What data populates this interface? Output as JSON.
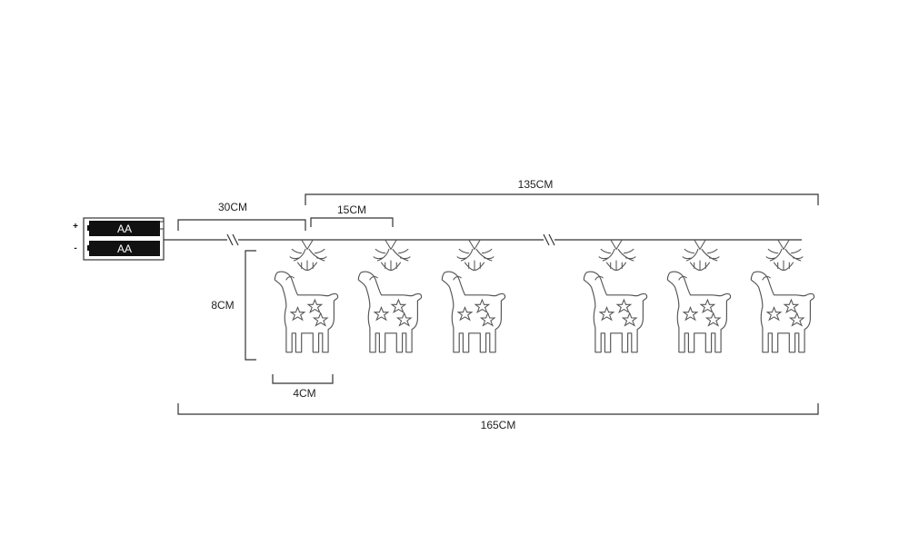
{
  "battery_box": {
    "cells": [
      "AA",
      "AA"
    ],
    "plus_sign": "+",
    "minus_sign": "-"
  },
  "dimensions": {
    "lead_wire": "30CM",
    "spacing": "15CM",
    "lit_section": "135CM",
    "deer_height": "8CM",
    "deer_width": "4CM",
    "total_length": "165CM"
  },
  "deer_count": 6,
  "colors": {
    "line": "#333333",
    "battery_fill": "#111111"
  }
}
